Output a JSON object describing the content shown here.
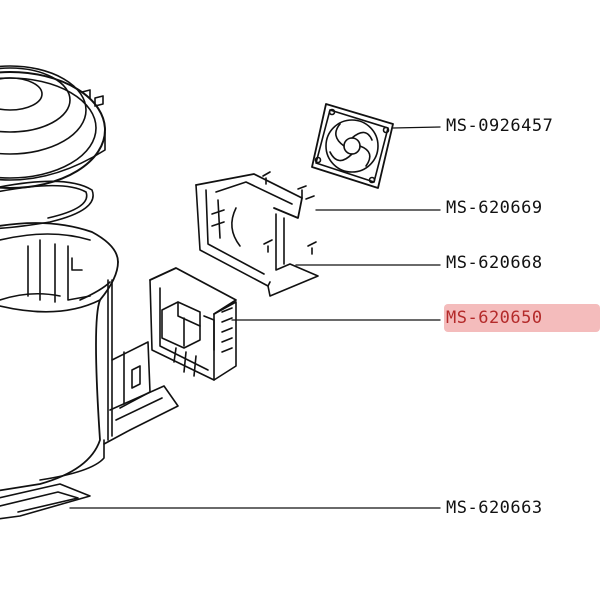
{
  "colors": {
    "line": "#111111",
    "highlight_bg": "#f4bcbc",
    "highlight_text": "#b42a2a"
  },
  "parts": [
    {
      "id": "fan",
      "label": "MS-0926457",
      "highlighted": false
    },
    {
      "id": "screw",
      "label": "MS-620669",
      "highlighted": false
    },
    {
      "id": "fan-bracket",
      "label": "MS-620668",
      "highlighted": false
    },
    {
      "id": "power-board",
      "label": "MS-620650",
      "highlighted": true
    },
    {
      "id": "base-housing",
      "label": "MS-620663",
      "highlighted": false
    }
  ]
}
